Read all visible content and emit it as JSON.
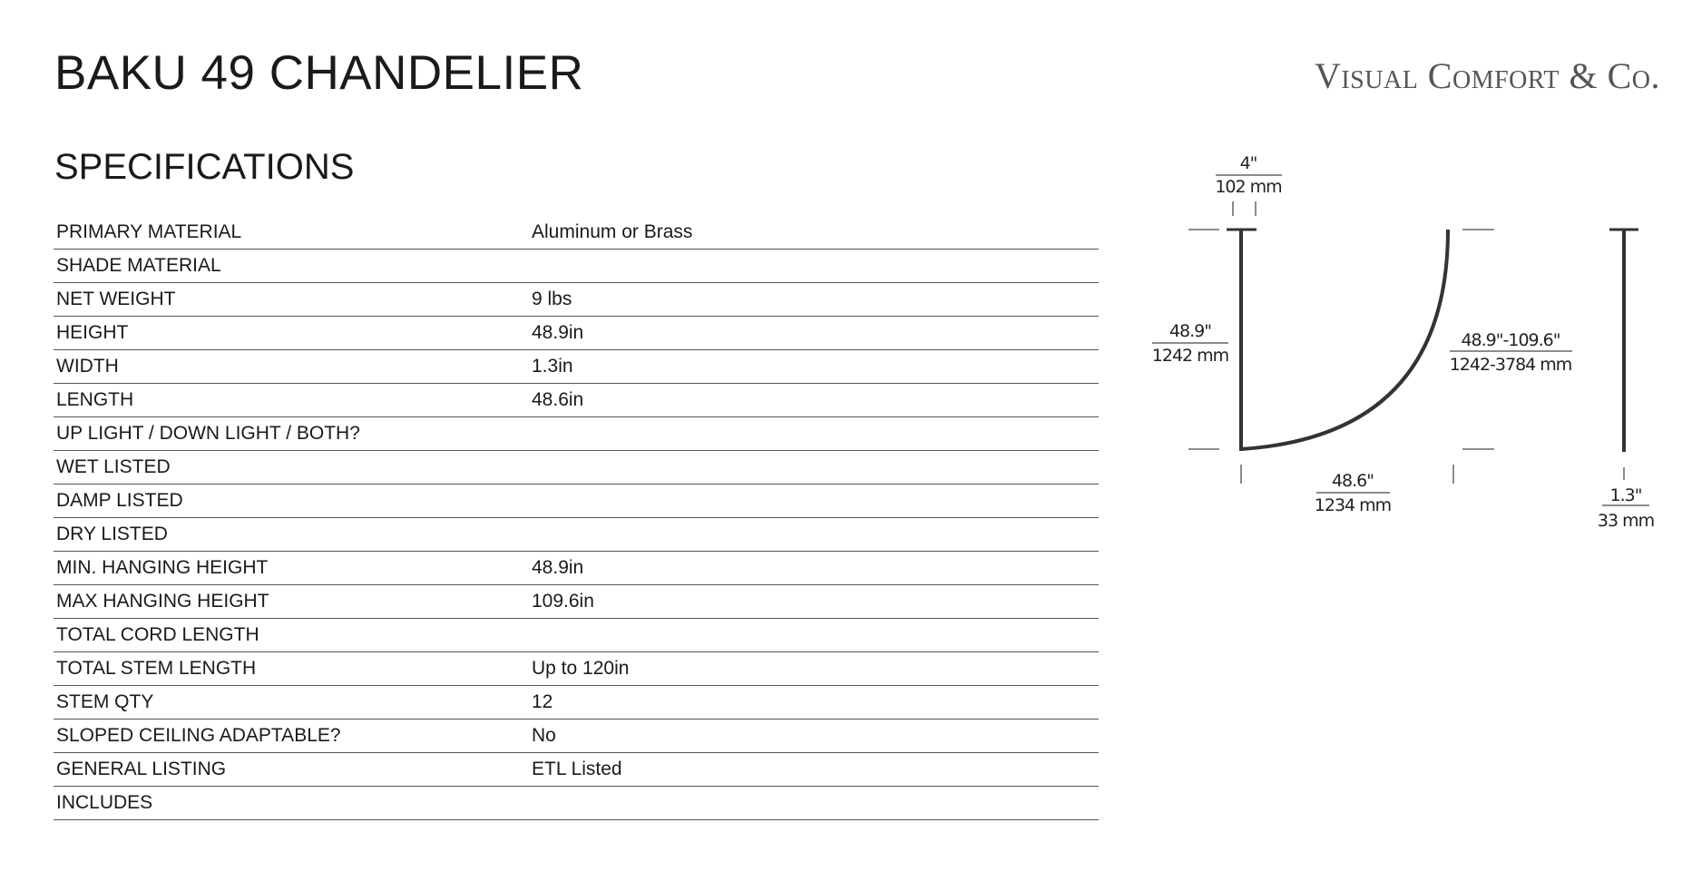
{
  "header": {
    "title": "BAKU 49 CHANDELIER",
    "brand": "Visual Comfort & Co."
  },
  "section_title": "SPECIFICATIONS",
  "specs": [
    {
      "label": "PRIMARY MATERIAL",
      "value": "Aluminum or Brass"
    },
    {
      "label": "SHADE MATERIAL",
      "value": ""
    },
    {
      "label": "NET WEIGHT",
      "value": "9 lbs"
    },
    {
      "label": "HEIGHT",
      "value": "48.9in"
    },
    {
      "label": "WIDTH",
      "value": "1.3in"
    },
    {
      "label": "LENGTH",
      "value": "48.6in"
    },
    {
      "label": "UP LIGHT / DOWN LIGHT / BOTH?",
      "value": ""
    },
    {
      "label": "WET LISTED",
      "value": ""
    },
    {
      "label": "DAMP LISTED",
      "value": ""
    },
    {
      "label": "DRY LISTED",
      "value": ""
    },
    {
      "label": "MIN. HANGING HEIGHT",
      "value": "48.9in"
    },
    {
      "label": "MAX HANGING HEIGHT",
      "value": "109.6in"
    },
    {
      "label": "TOTAL CORD LENGTH",
      "value": ""
    },
    {
      "label": "TOTAL STEM LENGTH",
      "value": "Up to 120in"
    },
    {
      "label": "STEM QTY",
      "value": "12"
    },
    {
      "label": "SLOPED CEILING ADAPTABLE?",
      "value": "No"
    },
    {
      "label": "GENERAL LISTING",
      "value": "ETL Listed"
    },
    {
      "label": "INCLUDES",
      "value": ""
    }
  ],
  "drawing": {
    "canopy": {
      "in": "4\"",
      "mm": "102 mm"
    },
    "height": {
      "in": "48.9\"",
      "mm": "1242 mm"
    },
    "hanging": {
      "in": "48.9\"-109.6\"",
      "mm": "1242-3784 mm"
    },
    "length": {
      "in": "48.6\"",
      "mm": "1234 mm"
    },
    "width": {
      "in": "1.3\"",
      "mm": "33 mm"
    }
  }
}
